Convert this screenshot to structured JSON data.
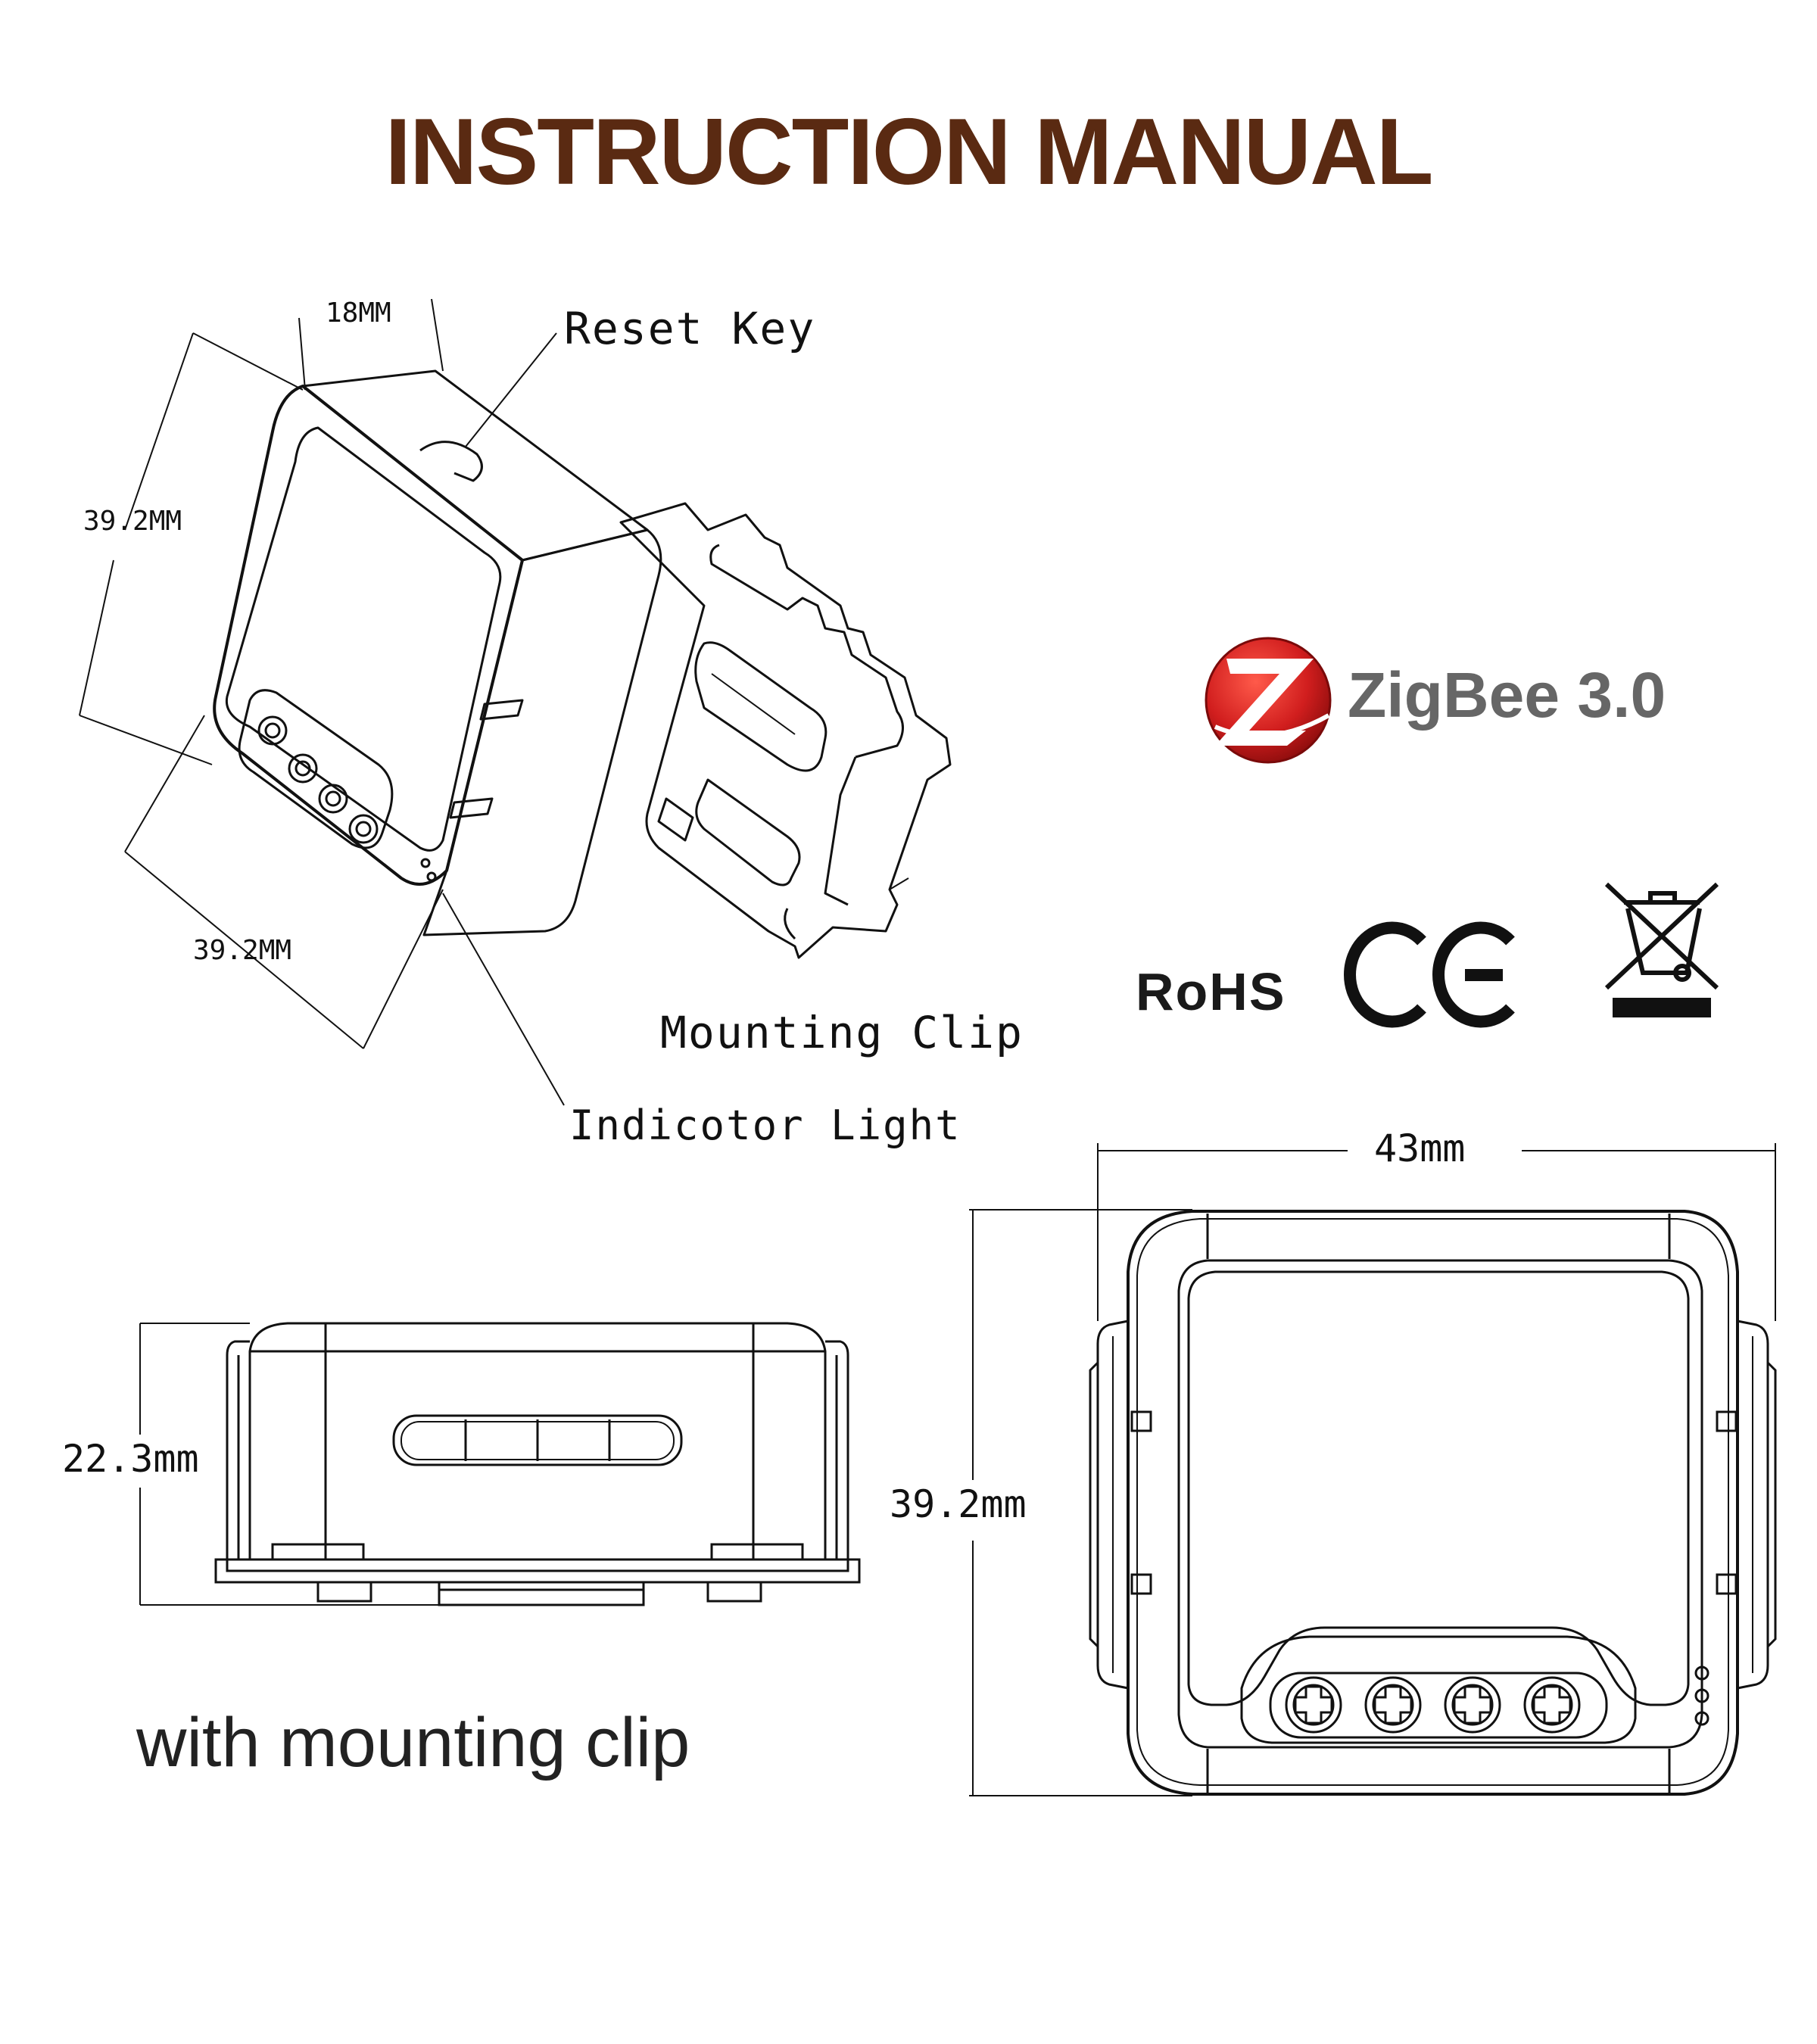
{
  "title": "INSTRUCTION MANUAL",
  "colors": {
    "title": "#5a2a12",
    "line": "#111111",
    "zigbee_red": "#d11e1e",
    "zigbee_text": "#666666"
  },
  "isometric_view": {
    "reset_key": "Reset Key",
    "mounting_clip": "Mounting Clip",
    "indicator_light": "Indicotor Light",
    "dim_depth": "18MM",
    "dim_height": "39.2MM",
    "dim_width": "39.2MM"
  },
  "side_view": {
    "dim_height": "22.3mm",
    "caption": "with mounting clip"
  },
  "front_view": {
    "dim_width": "43mm",
    "dim_height": "39.2mm"
  },
  "certifications": {
    "zigbee_logo_icon": "zigbee-logo-icon",
    "zigbee_label": "ZigBee 3.0",
    "rohs_label": "RoHS",
    "ce_icon": "ce-mark-icon",
    "weee_icon": "weee-crossed-bin-icon"
  }
}
